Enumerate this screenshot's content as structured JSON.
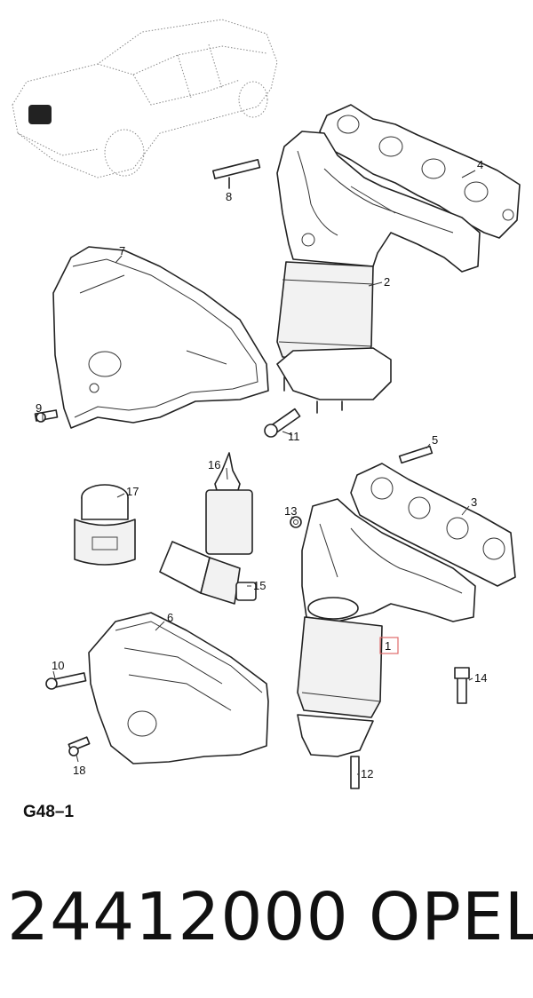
{
  "diagram": {
    "code": "G48–1",
    "highlight_color": "#e06a6a",
    "callouts": [
      {
        "id": "c1",
        "label": "1",
        "highlighted": true
      },
      {
        "id": "c2",
        "label": "2"
      },
      {
        "id": "c3",
        "label": "3"
      },
      {
        "id": "c4",
        "label": "4"
      },
      {
        "id": "c5",
        "label": "5"
      },
      {
        "id": "c6",
        "label": "6"
      },
      {
        "id": "c7",
        "label": "7"
      },
      {
        "id": "c8",
        "label": "8"
      },
      {
        "id": "c9",
        "label": "9"
      },
      {
        "id": "c10",
        "label": "10"
      },
      {
        "id": "c11",
        "label": "11"
      },
      {
        "id": "c12",
        "label": "12"
      },
      {
        "id": "c13",
        "label": "13"
      },
      {
        "id": "c14",
        "label": "14"
      },
      {
        "id": "c15",
        "label": "15"
      },
      {
        "id": "c16",
        "label": "16"
      },
      {
        "id": "c17",
        "label": "17"
      },
      {
        "id": "c18",
        "label": "18"
      }
    ]
  },
  "footer": {
    "part_number": "24412000",
    "brand": "OPEL"
  }
}
